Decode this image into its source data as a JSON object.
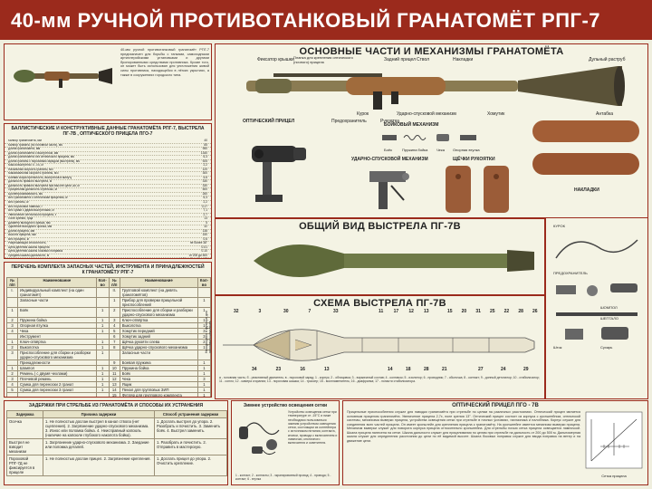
{
  "title": "40-мм РУЧНОЙ ПРОТИВОТАНКОВЫЙ ГРАНАТОМЁТ РПГ-7",
  "intro": "40-мм ручной противотанковый гранатомёт РПГ-7 предназначен для борьбы с танками, самоходными артиллерийскими установками и другими бронированными средствами противника. Кроме того, он может быть использован для уничтожения живой силы противника, находящейся в лёгких укрытиях, а также в сооружениях городского типа.",
  "ballistics": {
    "title": "БАЛЛИСТИЧЕСКИЕ И КОНСТРУКТИВНЫЕ ДАННЫЕ ГРАНАТОМЁТА РПГ-7, ВЫСТРЕЛА ПГ-7В , ОПТИЧЕСКОГО ПРИЦЕЛА ПГО-7",
    "rows": [
      [
        "Калибр гранатомёта, мм",
        "40"
      ],
      [
        "Калибр гранаты (по головной части), мм",
        "85"
      ],
      [
        "Длина гранатомёта, мм",
        "950"
      ],
      [
        "Длина гранатомёта с выстрелом, мм",
        "1340"
      ],
      [
        "Длина гранатомёта без оптического прицела, мм",
        "6,3"
      ],
      [
        "Длина гранаты с пороховым зарядом (выстрела), мм",
        "925"
      ],
      [
        "Масса выстрела ПГ-7В, кг",
        "2,2"
      ],
      [
        "Начальная скорость гранаты, м/с",
        "120"
      ],
      [
        "Максимальная скорость гранаты, м/с",
        "300"
      ],
      [
        "Боевая скорострельность, выстрелов в минуту",
        "4-6"
      ],
      [
        "Дальность прямого выстрела, м",
        "330"
      ],
      [
        "Дальность прямого выстрела при высоте цели 2м, м",
        "330"
      ],
      [
        "Прицельная дальность стрельбы, м",
        "500"
      ],
      [
        "Бронепробиваемость, мм",
        "260"
      ],
      [
        "Вес гранатомёта с оптическим прицелом, кг",
        "6,3"
      ],
      [
        "Вес гранаты, кг",
        "2,2"
      ],
      [
        "Вес пороховой навески, г",
        "0,17"
      ],
      [
        "Вес сумки с двумя выстрелами, кг",
        "7,1"
      ],
      [
        "Увеличение оптического прицела, х",
        "2,7"
      ],
      [
        "Поле зрения, град",
        "13"
      ],
      [
        "Диаметр выходного зрачка, мм",
        "5"
      ],
      [
        "Удаление выходного зрачка, мм",
        "32"
      ],
      [
        "Длина прицела, мм",
        "138"
      ],
      [
        "Высота прицела, мм",
        "150"
      ],
      [
        "Вес прицела, кг",
        "0,6"
      ],
      [
        "Разрешающая способность, \"",
        "не более 38\""
      ],
      [
        "Цена деления шкалы прицела",
        "0-01"
      ],
      [
        "Цена делений шкалы боковых поправок",
        "0-10"
      ],
      [
        "Пределы шкалы дальности, м",
        "от 200 до 500"
      ],
      [
        "Пределы шкалы боковых поправок",
        "от (-)60 до 0, от 0 до 60"
      ],
      [
        "Пределы работы температуры",
        "от (-)40 до +50"
      ],
      [
        "Длина прицела, мм",
        "не более 0,6"
      ],
      [
        "Масса прицела, кг",
        "не более 0,6"
      ],
      [
        "Высота прицела, мм",
        "150"
      ],
      [
        "Вес прицела с компонентами ЗИП в чехле, кг",
        "1"
      ]
    ]
  },
  "kit": {
    "title": "ПЕРЕЧЕНЬ КОМПЛЕКТА ЗАПАСНЫХ ЧАСТЕЙ, ИНСТРУМЕНТА И ПРИНАДЛЕЖНОСТЕЙ К ГРАНАТОМЁТУ РПГ-7",
    "headers": [
      "№ п/п",
      "Наименование",
      "Кол-во",
      "№ п/п",
      "Наименование",
      "Кол-во"
    ],
    "left": [
      [
        "I.",
        "Индивидуальный комплект (на один гранатомёт)",
        ""
      ],
      [
        "",
        "Запасные части",
        ""
      ],
      [
        "1",
        "Боёк",
        "1"
      ],
      [
        "2",
        "Пружина бойка",
        "1"
      ],
      [
        "3",
        "Опорная втулка",
        "1"
      ],
      [
        "4",
        "Чека",
        "1"
      ],
      [
        "",
        "Инструмент",
        ""
      ],
      [
        "1",
        "Ключ-отвёртка",
        "1"
      ],
      [
        "2",
        "Выколотка",
        "1"
      ],
      [
        "3",
        "Приспособление для сборки и разборки ударно-спускового механизма",
        "1"
      ],
      [
        "",
        "Принадлежности",
        ""
      ],
      [
        "1",
        "Шомпол",
        "1"
      ],
      [
        "2",
        "Ремень ( с двумя чехлами)",
        "1"
      ],
      [
        "3",
        "Плечевой ремень",
        "1"
      ],
      [
        "4",
        "Сумка для переноски 2 гранат",
        "1"
      ],
      [
        "5",
        "Сумка для переноски 3 гранат",
        "1"
      ]
    ],
    "right": [
      [
        "II.",
        "Групповой комплект (на девять гранатомётов)",
        ""
      ],
      [
        "1",
        "Прибор для проверки прицельной приспособлений",
        "1"
      ],
      [
        "2",
        "Приспособление для сборки и разборки ударно-спускового механизма",
        "1"
      ],
      [
        "3",
        "Ключ-отвёртка",
        "1"
      ],
      [
        "4",
        "Выколотка",
        "1"
      ],
      [
        "5",
        "Хомутик передний",
        "3"
      ],
      [
        "6",
        "Хомутик задний",
        "3"
      ],
      [
        "7",
        "Щёчка рукояти слева",
        "2"
      ],
      [
        "8",
        "Щёчка ударно-спускового механизма",
        "1"
      ],
      [
        "",
        "Запасные части",
        ""
      ],
      [
        "9",
        "Боевая пружина",
        "1"
      ],
      [
        "10",
        "Пружина бойка",
        "1"
      ],
      [
        "11",
        "Боёк",
        "1"
      ],
      [
        "12",
        "Чека",
        "3"
      ],
      [
        "13",
        "Ящик",
        "1"
      ],
      [
        "14",
        "Пенал для групповых ЗИП",
        "1"
      ],
      [
        "15",
        "Футляр для группового комплекта",
        "1"
      ]
    ],
    "side_note": "Находящихся в футляре для группового комплекта"
  },
  "malfunctions": {
    "title": "ЗАДЕРЖКИ ПРИ СТРЕЛЬБЕ ИЗ ГРАНАТОМЁТА И СПОСОБЫ ИХ УСТРАНЕНИЯ",
    "headers": [
      "Задержка",
      "Причина задержки",
      "Способ устранения задержки"
    ],
    "rows": [
      [
        "Осечка",
        "1. Не полностью дослан выстрел в канал ствола (нет сцепления). 2. Загрязнение ударно-спускового механизма. 3. Износ или поломка бойка. 4. Неисправный капсюль (наличие на капсюле глубокого наколота бойка).",
        "1. Дослать выстрел до упора. 2. Разобрать и почистить. 3. Заменить боёк. 4. Выстрел заменить."
      ],
      [
        "Выстрел не взводит механизм",
        "1. Загрязнение ударно-спускового механизма. 2. Заедание или поломка деталей.",
        "1. Разобрать и почистить. 2. Отправить в мастерскую."
      ],
      [
        "Пороховой РПГ-7Д не фиксируется в прицеле",
        "1. Не полностью дослан прицел. 2. Загрязнение крепления.",
        "1. Дослать прицел до упора. 2. Очистить крепление."
      ]
    ]
  },
  "winter": {
    "title": "Зимнее устройство освещения сетки",
    "text": "Устройство освещения сетки при температуре от -15°С и ниже необходимо пользоваться зимним устройством освещения сетки, состоящим из контейнера с источником питания, контакта, кнопки, провода с включателем и лампочки, кнопочного включателя и осветителя.",
    "legend": "1 - контакт; 2 - контакты; 3 - экранированный провод; 4 - провода; 5 - контакт; 6 - втулка"
  },
  "optic": {
    "title": "ОПТИЧЕСКИЙ ПРИЦЕЛ ПГО - 7В",
    "text": "Прицельные приспособления служат для наводки гранатомёта при стрельбе по целям на различных расстояниях. Оптический прицел является основным прицелом гранатомёта. Увеличение прицела 2,7х, поле зрения 13°. Оптический прицел состоит из корпуса с кронштейном, оптической системы, механизма выверки прицела, устройства освещения сетки при стрельбе в ночных условиях, наглазника и налобника. Корпус служит для соединения всех частей прицела. Он имеет кронштейн для крепления прицела к гранатомёту. На кронштейне имеется механизм выверки прицела. Механизм выверки служит для поворота корпуса прицела относительно кронштейна. Для стрельбы ночью сетка прицела освещается лампочкой. Шкала прицела нанесена на сетке. Шкала дальности служит для прицеливания по целям при стрельбе на дальность от 200 до 500 м. Дальномерная шкала служит для определения расстояния до цели по её видимой высоте. Шкала боковых поправок служит для ввода поправок на ветер и на движение цели.",
    "reticle_caption": "Сетка прицела"
  },
  "parts": {
    "title": "ОСНОВНЫЕ ЧАСТИ И МЕХАНИЗМЫ ГРАНАТОМЁТА",
    "labels": {
      "fixator": "Фиксатор крышки",
      "plate": "Планка для крепления оптического (ночного) прицела",
      "barrel": "Ствол",
      "muzzle": "Дульный раструб",
      "rear_sight": "Задний прицел",
      "pads": "Накладки",
      "hammer": "Курок",
      "clamp": "Хомутик",
      "grip": "Рукоятка",
      "sling": "Антабка",
      "trigger_mech": "Ударно-спусковой механизм",
      "fuse": "Предохранитель",
      "optical": "ОПТИЧЕСКИЙ ПРИЦЕЛ",
      "firing": "БОЙКОВЫЙ МЕХАНИЗМ",
      "striker": "Боёк",
      "spring": "Пружина бойка",
      "bushing": "Опорная втулка",
      "bolt": "Чека",
      "usm": "УДАРНО-СПУСКОВОЙ МЕХАНИЗМ",
      "grips_title": "ЩЁЧКИ РУКОЯТКИ",
      "overlays": "НАКЛАДКИ",
      "shomp": "ШОМПОЛ",
      "shtalo": "ШЕПТАЛО",
      "fuse2": "ПРЕДОХРАНИТЕЛЬ",
      "hammer2": "КУРОК",
      "rod": "Шток",
      "dry": "Сухарь"
    }
  },
  "pg7v": {
    "title": "ОБЩИЙ ВИД ВЫСТРЕЛА ПГ-7В",
    "scheme_title": "СХЕМА ВЫСТРЕЛА ПГ-7В",
    "numbers_top_left": [
      "32",
      "3",
      "30",
      "7",
      "33"
    ],
    "numbers_top_mid": [
      "11",
      "17",
      "12",
      "13"
    ],
    "numbers_top_right": [
      "15",
      "20",
      "31",
      "25",
      "22",
      "28",
      "26"
    ],
    "numbers_bottom_left": [
      "34",
      "23",
      "16",
      "13"
    ],
    "numbers_bottom_mid": [
      "14",
      "18",
      "28",
      "21"
    ],
    "numbers_bottom_right": [
      "27",
      "24",
      "29"
    ],
    "legend": "а - головная часть; б - реактивный двигатель; в - пороховой заряд; 1 - корпус; 2 - облицовка; 3 - взрывчатый состав; 4 - колпачок; 5 - изолятор; 6 - проводник; 7 - оболочка; 8 - контакт; 9 - донный детонатор; 10 - стабилизатор; 11 - сопло; 12 - камера сгорания; 13 - пороховая шашка; 14 - трассер; 15 - воспламенитель; 16 - диафрагма; 17 - лопасти стабилизатора."
  }
}
